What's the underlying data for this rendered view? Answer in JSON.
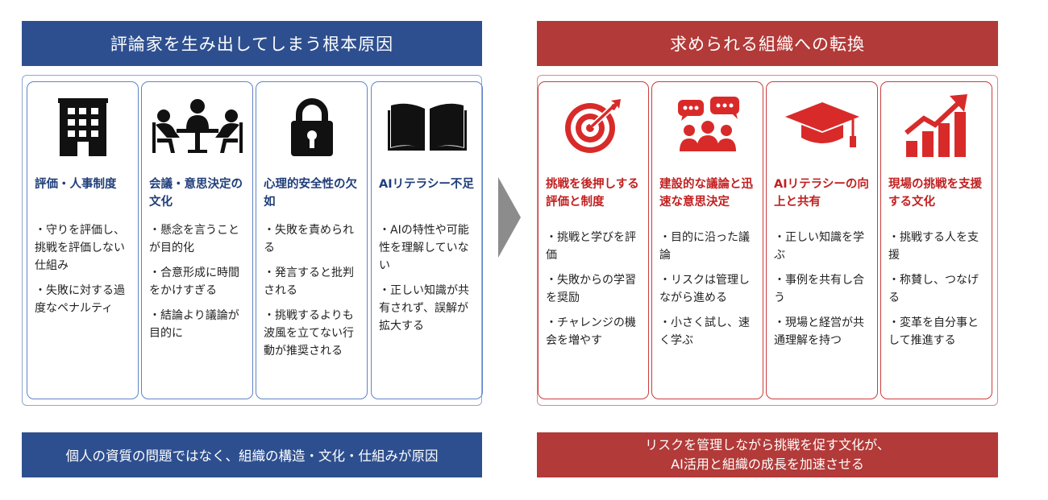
{
  "left": {
    "header": "評論家を生み出してしまう根本原因",
    "footer": "個人の資質の問題ではなく、組織の構造・文化・仕組みが原因",
    "cards": [
      {
        "icon": "building-icon",
        "title": "評価・人事制度",
        "bullets": [
          "・守りを評価し、挑戦を評価しない仕組み",
          "・失敗に対する過度なペナルティ"
        ]
      },
      {
        "icon": "meeting-icon",
        "title": "会議・意思決定の文化",
        "bullets": [
          "・懸念を言うことが目的化",
          "・合意形成に時間をかけすぎる",
          "・結論より議論が目的に"
        ]
      },
      {
        "icon": "padlock-icon",
        "title": "心理的安全性の欠如",
        "bullets": [
          "・失敗を責められる",
          "・発言すると批判される",
          "・挑戦するよりも波風を立てない行動が推奨される"
        ]
      },
      {
        "icon": "open-book-icon",
        "title": "AIリテラシー不足",
        "bullets": [
          "・AIの特性や可能性を理解していない",
          "・正しい知識が共有されず、誤解が拡大する"
        ]
      }
    ]
  },
  "right": {
    "header": "求められる組織への転換",
    "footer_line1": "リスクを管理しながら挑戦を促す文化が、",
    "footer_line2": "AI活用と組織の成長を加速させる",
    "cards": [
      {
        "icon": "target-icon",
        "title": "挑戦を後押しする評価と制度",
        "bullets": [
          "・挑戦と学びを評価",
          "・失敗からの学習を奨励",
          "・チャレンジの機会を増やす"
        ]
      },
      {
        "icon": "discussion-group-icon",
        "title": "建設的な議論と迅速な意思決定",
        "bullets": [
          "・目的に沿った議論",
          "・リスクは管理しながら進める",
          "・小さく試し、速く学ぶ"
        ]
      },
      {
        "icon": "graduation-cap-icon",
        "title": "AIリテラシーの向上と共有",
        "bullets": [
          "・正しい知識を学ぶ",
          "・事例を共有し合う",
          "・現場と経営が共通理解を持つ"
        ]
      },
      {
        "icon": "growth-chart-icon",
        "title": "現場の挑戦を支援する文化",
        "bullets": [
          "・挑戦する人を支援",
          "・称賛し、つなげる",
          "・変革を自分事として推進する"
        ]
      }
    ]
  },
  "colors": {
    "navy": "#2e4f8f",
    "crimson": "#b23a38",
    "red_accent": "#d92a2a",
    "arrow": "#8c8c8c"
  }
}
